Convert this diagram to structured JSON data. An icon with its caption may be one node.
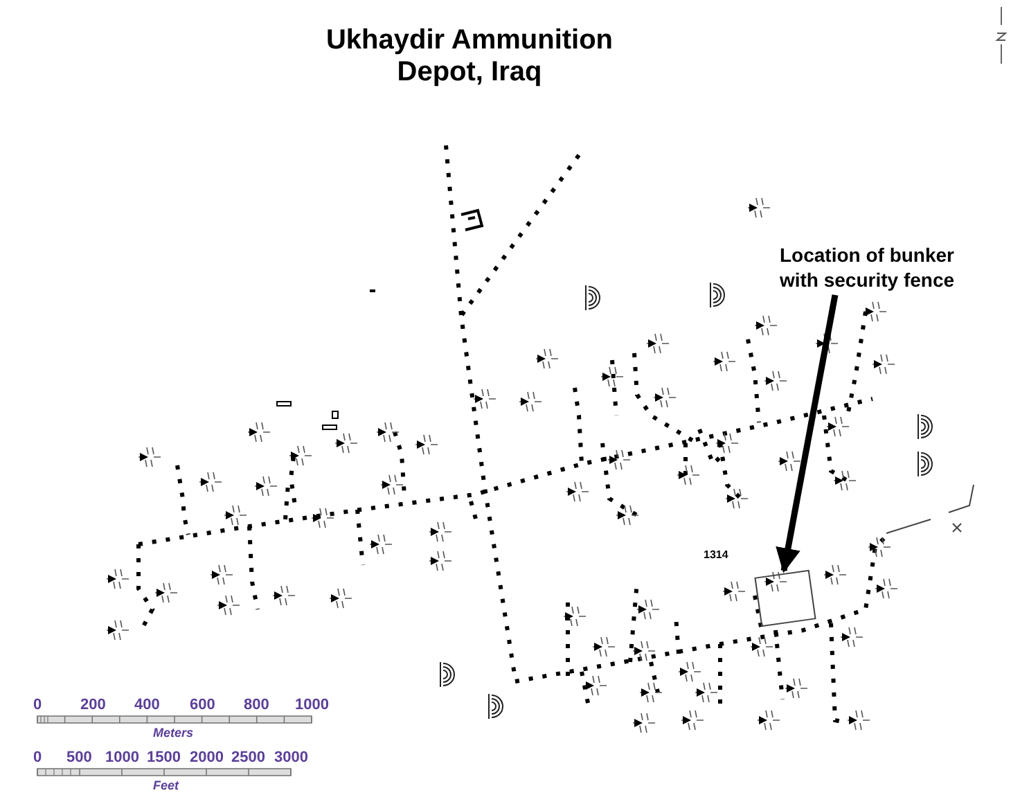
{
  "diagram": {
    "title": "Ukhaydir Ammunition Depot, Iraq",
    "nodes": [
      {
        "text": [
          "Location of bunker with security fence"
        ]
      },
      {
        "text": [],
        "shape": "box"
      }
    ],
    "edges": [
      {
        "from": 0,
        "to": 1,
        "arrow": "to"
      }
    ],
    "labels": [
      "1314",
      "0",
      "200",
      "400",
      "600",
      "800",
      "1000",
      "Meters",
      "0",
      "500",
      "1000",
      "1500",
      "2000",
      "2500",
      "3000",
      "Feet"
    ]
  }
}
